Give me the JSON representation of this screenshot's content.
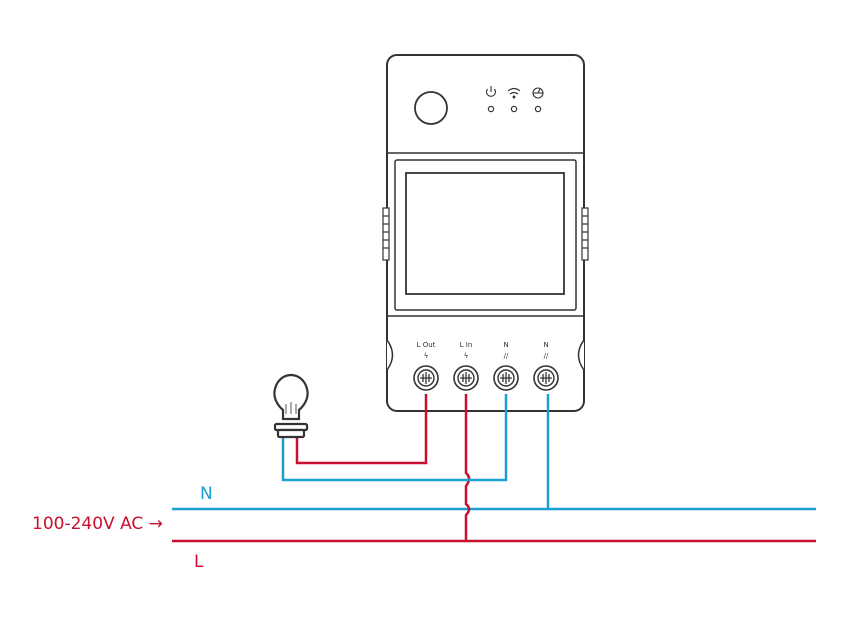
{
  "colors": {
    "neutral": "#1a9fd0",
    "live": "#c8102e",
    "outline": "#333333"
  },
  "labels": {
    "neutral": "N",
    "live": "L",
    "supply": "100-240V AC →"
  },
  "terminals": [
    {
      "label": "L Out",
      "symbol": "ϟ"
    },
    {
      "label": "L In",
      "symbol": "ϟ"
    },
    {
      "label": "N",
      "symbol": "//"
    },
    {
      "label": "N",
      "symbol": "//"
    }
  ],
  "icons": [
    "power-icon",
    "wifi-icon",
    "meter-icon"
  ]
}
